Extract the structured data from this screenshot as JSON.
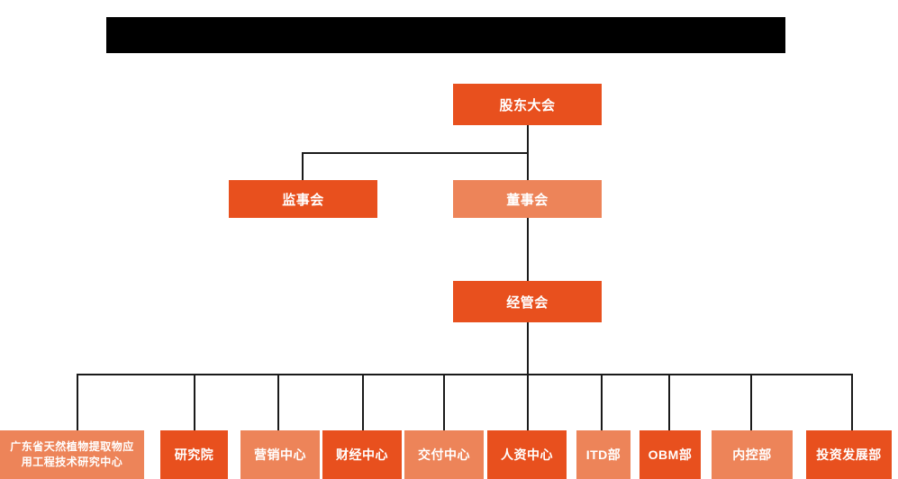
{
  "banner": {
    "text": "",
    "color": "#000000"
  },
  "palette": {
    "dark_orange": "#E8501E",
    "light_orange": "#ED8459",
    "line": "#1a1a1a",
    "text": "#ffffff",
    "background": "#ffffff"
  },
  "chart": {
    "type": "org-chart",
    "levels": [
      {
        "name": "level-1",
        "nodes": [
          {
            "id": "shareholders-meeting",
            "label": "股东大会",
            "shade": "dark"
          }
        ]
      },
      {
        "name": "level-2",
        "nodes": [
          {
            "id": "board-of-supervisors",
            "label": "监事会",
            "shade": "dark"
          },
          {
            "id": "board-of-directors",
            "label": "董事会",
            "shade": "light"
          }
        ]
      },
      {
        "name": "level-3",
        "nodes": [
          {
            "id": "management-committee",
            "label": "经管会",
            "shade": "dark"
          }
        ]
      },
      {
        "name": "level-4",
        "nodes": [
          {
            "id": "guangdong-research-center",
            "label_line1": "广东省天然植物提取物应",
            "label_line2": "用工程技术研究中心",
            "shade": "light"
          },
          {
            "id": "research-institute",
            "label": "研究院",
            "shade": "dark"
          },
          {
            "id": "marketing-center",
            "label": "营销中心",
            "shade": "light"
          },
          {
            "id": "finance-center",
            "label": "财经中心",
            "shade": "dark"
          },
          {
            "id": "delivery-center",
            "label": "交付中心",
            "shade": "light"
          },
          {
            "id": "hr-center",
            "label": "人资中心",
            "shade": "dark"
          },
          {
            "id": "itd-department",
            "label": "ITD部",
            "shade": "light"
          },
          {
            "id": "obm-department",
            "label": "OBM部",
            "shade": "dark"
          },
          {
            "id": "internal-control-department",
            "label": "内控部",
            "shade": "light"
          },
          {
            "id": "investment-development-department",
            "label": "投资发展部",
            "shade": "dark"
          }
        ]
      }
    ]
  }
}
